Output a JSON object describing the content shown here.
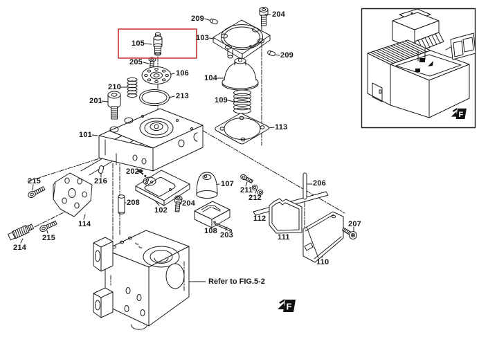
{
  "figure": {
    "highlight_color": "#c5302c",
    "refer_note": "Refer to FIG.5-2",
    "logo_letter": "F",
    "part_labels": {
      "p209_top": "209",
      "p204_top": "204",
      "p103": "103",
      "p209_right": "209",
      "p105": "105",
      "p205": "205",
      "p106": "106",
      "p104": "104",
      "p210": "210",
      "p213": "213",
      "p109": "109",
      "p201": "201",
      "p113": "113",
      "p101": "101",
      "p202": "202",
      "p216": "216",
      "p215_upper": "215",
      "p107": "107",
      "p211": "211",
      "p206": "206",
      "p212": "212",
      "p208": "208",
      "p102": "102",
      "p204_mid": "204",
      "p108": "108",
      "p203": "203",
      "p112": "112",
      "p111": "111",
      "p214": "214",
      "p215_lower": "215",
      "p114": "114",
      "p110": "110",
      "p207": "207"
    }
  }
}
